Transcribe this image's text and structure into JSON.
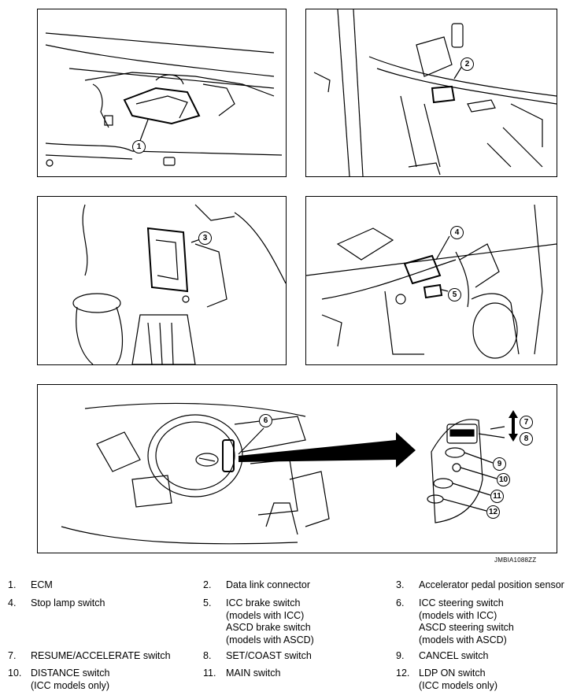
{
  "callouts": {
    "c1": "1",
    "c2": "2",
    "c3": "3",
    "c4": "4",
    "c5": "5",
    "c6": "6",
    "c7": "7",
    "c8": "8",
    "c9": "9",
    "c10": "10",
    "c11": "11",
    "c12": "12"
  },
  "figure_id": "JMBIA1088ZZ",
  "legend": [
    {
      "num": "1.",
      "text": "ECM"
    },
    {
      "num": "2.",
      "text": "Data link connector"
    },
    {
      "num": "3.",
      "text": "Accelerator pedal position sensor"
    },
    {
      "num": "4.",
      "text": "Stop lamp switch"
    },
    {
      "num": "5.",
      "text": "ICC brake switch\n(models with ICC)\nASCD brake switch\n(models with ASCD)"
    },
    {
      "num": "6.",
      "text": "ICC steering switch\n(models with ICC)\nASCD steering switch\n(models with ASCD)"
    },
    {
      "num": "7.",
      "text": "RESUME/ACCELERATE switch"
    },
    {
      "num": "8.",
      "text": "SET/COAST switch"
    },
    {
      "num": "9.",
      "text": "CANCEL switch"
    },
    {
      "num": "10.",
      "text": "DISTANCE switch\n(ICC models only)"
    },
    {
      "num": "11.",
      "text": "MAIN switch"
    },
    {
      "num": "12.",
      "text": "LDP ON switch\n(ICC models only)"
    }
  ]
}
